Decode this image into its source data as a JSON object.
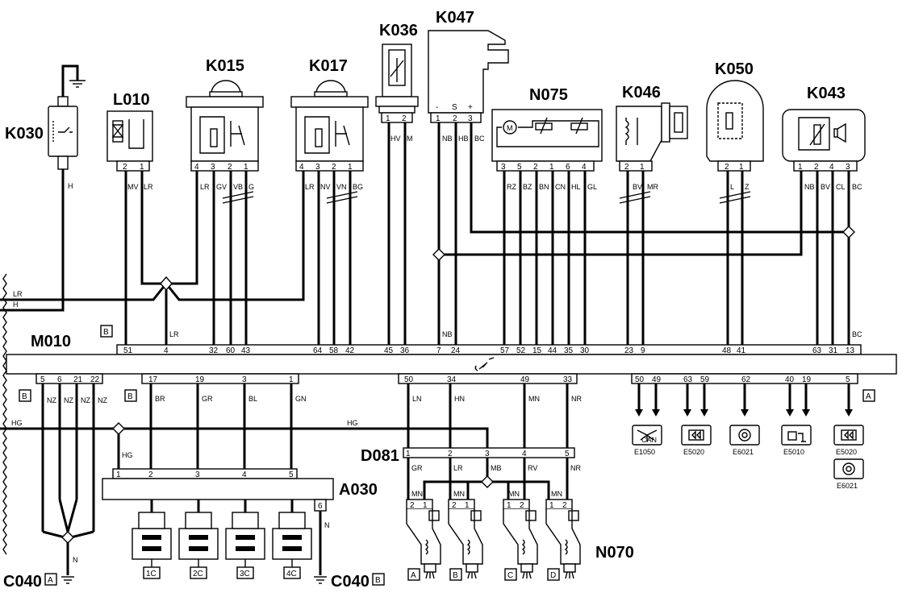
{
  "components": {
    "K030": "K030",
    "L010": "L010",
    "K015": "K015",
    "K017": "K017",
    "K036": "K036",
    "K047": "K047",
    "N075": "N075",
    "K046": "K046",
    "K050": "K050",
    "K043": "K043",
    "M010": "M010",
    "D081": "D081",
    "A030": "A030",
    "N070": "N070",
    "C040_left": "C040",
    "C040_right": "C040"
  },
  "k047_pins": [
    "-",
    "S",
    "+"
  ],
  "connector_refs": {
    "B": "B",
    "A": "A"
  },
  "m010_top_pins": [
    "51",
    "4",
    "32",
    "60",
    "43",
    "64",
    "58",
    "42",
    "45",
    "36",
    "7",
    "24",
    "57",
    "52",
    "15",
    "44",
    "35",
    "30",
    "23",
    "9",
    "48",
    "41",
    "63",
    "31",
    "13"
  ],
  "m010_bottom_left_pins": [
    "5",
    "6",
    "21",
    "22",
    "17",
    "19",
    "3",
    "1",
    "50",
    "34",
    "49",
    "33"
  ],
  "m010_bottom_right_pins": [
    "50",
    "49",
    "63",
    "59",
    "62",
    "40",
    "19",
    "5"
  ],
  "wire_codes": {
    "K030": "H",
    "L010": [
      "MV",
      "LR"
    ],
    "K015": [
      "LR",
      "GV",
      "VB",
      "G"
    ],
    "K017": [
      "LR",
      "NV",
      "VN",
      "BG"
    ],
    "K036": [
      "HV",
      "M"
    ],
    "K047": [
      "NB",
      "HB",
      "BC"
    ],
    "N075": [
      "RZ",
      "BZ",
      "BN",
      "CN",
      "HL",
      "GL"
    ],
    "K046": [
      "BV",
      "MR"
    ],
    "K050": [
      "L",
      "Z"
    ],
    "K043": [
      "NB",
      "BV",
      "CL",
      "BC"
    ],
    "bus_LR": "LR",
    "bus_H": "H",
    "m010_LR": "LR",
    "m010_NB": "NB",
    "m010_BC": "BC",
    "ground_left": [
      "NZ",
      "NZ",
      "NZ",
      "NZ"
    ],
    "a030_in": [
      "BR",
      "GR",
      "BL",
      "GN"
    ],
    "hg": "HG",
    "d081_in": [
      "LN",
      "HN",
      "MN",
      "NR"
    ],
    "d081_out": [
      "GR",
      "LR",
      "MB",
      "RV",
      "NR"
    ],
    "inj": "MN",
    "a030_ground": "N"
  },
  "pin_numbers": {
    "L010": [
      "2",
      "1"
    ],
    "K015": [
      "4",
      "3",
      "2",
      "1"
    ],
    "K017": [
      "4",
      "3",
      "2",
      "1"
    ],
    "K036": [
      "1",
      "2"
    ],
    "K047": [
      "1",
      "2",
      "3"
    ],
    "N075": [
      "3",
      "5",
      "2",
      "1",
      "6",
      "4"
    ],
    "K046": [
      "2",
      "1"
    ],
    "K050": [
      "2",
      "1"
    ],
    "K043": [
      "1",
      "2",
      "4",
      "3"
    ],
    "D081": [
      "1",
      "2",
      "3",
      "4",
      "5"
    ],
    "A030": [
      "1",
      "2",
      "3",
      "4",
      "5"
    ],
    "A030_gnd": "6",
    "injector": [
      "2",
      "1"
    ]
  },
  "coils": [
    "1C",
    "2C",
    "3C",
    "4C"
  ],
  "injectors": [
    "A",
    "B",
    "C",
    "D"
  ],
  "ecu_refs": [
    "E1050",
    "E5020",
    "E6021",
    "E5010",
    "E5020",
    "E6021"
  ],
  "can_label": "CAN"
}
